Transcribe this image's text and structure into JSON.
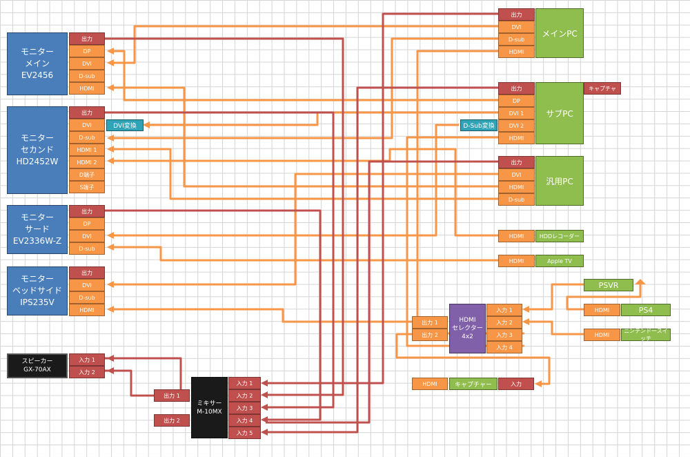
{
  "devices": {
    "monitor_main": {
      "label": "モニター\nメイン\nEV2456",
      "ports": [
        "出力",
        "DP",
        "DVI",
        "D-sub",
        "HDMI"
      ]
    },
    "monitor_second": {
      "label": "モニター\nセカンド\nHD2452W",
      "ports": [
        "出力",
        "DVI",
        "D-sub",
        "HDMI 1",
        "HDMI 2",
        "D端子",
        "S端子"
      ]
    },
    "monitor_third": {
      "label": "モニター\nサード\nEV2336W-Z",
      "ports": [
        "出力",
        "DP",
        "DVI",
        "D-sub"
      ]
    },
    "monitor_bedside": {
      "label": "モニター\nベッドサイド\nIPS235V",
      "ports": [
        "出力",
        "DVI",
        "D-sub",
        "HDMI"
      ]
    },
    "speaker": {
      "label": "スピーカー\nGX-70AX",
      "ports": [
        "入力 1",
        "入力 2"
      ]
    },
    "mixer": {
      "label": "ミキサー\nM-10MX",
      "inputs": [
        "入力 1",
        "入力 2",
        "入力 3",
        "入力 4",
        "入力 5"
      ],
      "outputs": [
        "出力 1",
        "出力 2"
      ]
    },
    "main_pc": {
      "label": "メインPC",
      "ports": [
        "出力",
        "DVI",
        "D-sub",
        "HDMI"
      ]
    },
    "sub_pc": {
      "label": "サブPC",
      "ports": [
        "出力",
        "DP",
        "DVI 1",
        "DVI 2",
        "HDMI"
      ],
      "capture": "キャプチャ"
    },
    "general_pc": {
      "label": "汎用PC",
      "ports": [
        "出力",
        "DVI",
        "HDMI",
        "D-sub"
      ]
    },
    "hdd_recorder": {
      "label": "HDDレコーダー",
      "port": "HDMI"
    },
    "apple_tv": {
      "label": "Apple TV",
      "port": "HDMI"
    },
    "psvr": {
      "label": "PSVR"
    },
    "ps4": {
      "label": "PS4",
      "port": "HDMI"
    },
    "switch": {
      "label": "ニンテンドースイッチ",
      "port": "HDMI"
    },
    "hdmi_selector": {
      "label": "HDMI\nセレクター\n4x2",
      "inputs": [
        "入力 1",
        "入力 2",
        "入力 3",
        "入力 4"
      ],
      "outputs": [
        "出力 1",
        "出力 2"
      ]
    },
    "capturer": {
      "port": "HDMI",
      "label": "キャプチャー",
      "input": "入力"
    }
  },
  "converters": {
    "dvi": "DVI変換",
    "dsub": "D-Sub変換"
  },
  "colors": {
    "video_wire": "#f79646",
    "audio_wire": "#c0504d"
  }
}
